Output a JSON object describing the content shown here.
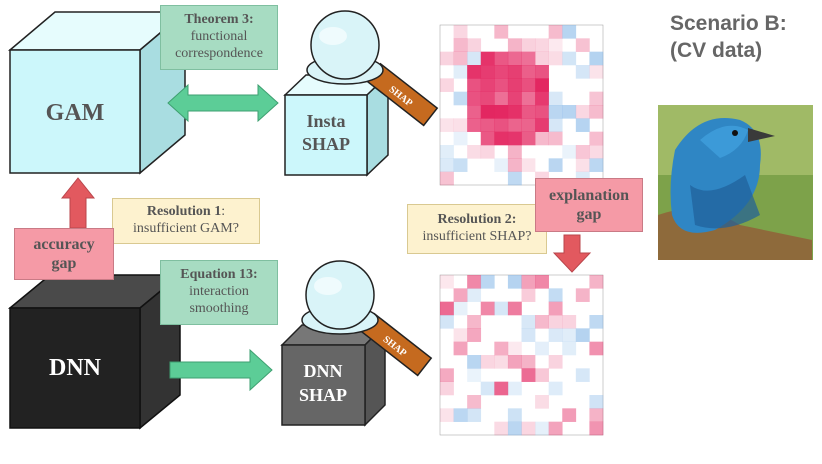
{
  "scenario": {
    "line1": "Scenario B:",
    "line2": "(CV data)"
  },
  "blocks": {
    "gam": "GAM",
    "dnn": "DNN",
    "insta_shap_1": "Insta",
    "insta_shap_2": "SHAP",
    "dnn_shap_1": "DNN",
    "dnn_shap_2": "SHAP"
  },
  "magnifier_label": "SHAP",
  "callouts": {
    "theorem": {
      "title": "Theorem 3:",
      "line1": "functional",
      "line2": "correspondence"
    },
    "equation": {
      "title": "Equation 13:",
      "line1": "interaction",
      "line2": "smoothing"
    },
    "resolution1": {
      "title": "Resolution 1",
      "suffix": ":",
      "line1": "insufficient GAM?"
    },
    "resolution2": {
      "title": "Resolution 2:",
      "line1": "insufficient SHAP?"
    },
    "accuracy_gap": {
      "line1": "accuracy",
      "line2": "gap"
    },
    "explanation_gap": {
      "line1": "explanation",
      "line2": "gap"
    }
  },
  "colors": {
    "gam_front": "#ccf7fb",
    "gam_top": "#e6fcfd",
    "gam_side": "#a9dde1",
    "dnn_front": "#222222",
    "dnn_top": "#4a4a4a",
    "dnn_side": "#333333",
    "green_arrow": "#5ccd97",
    "red_arrow": "#e2595f",
    "heatmap_red": "#e3245f",
    "heatmap_blue": "#7fb4e6"
  }
}
